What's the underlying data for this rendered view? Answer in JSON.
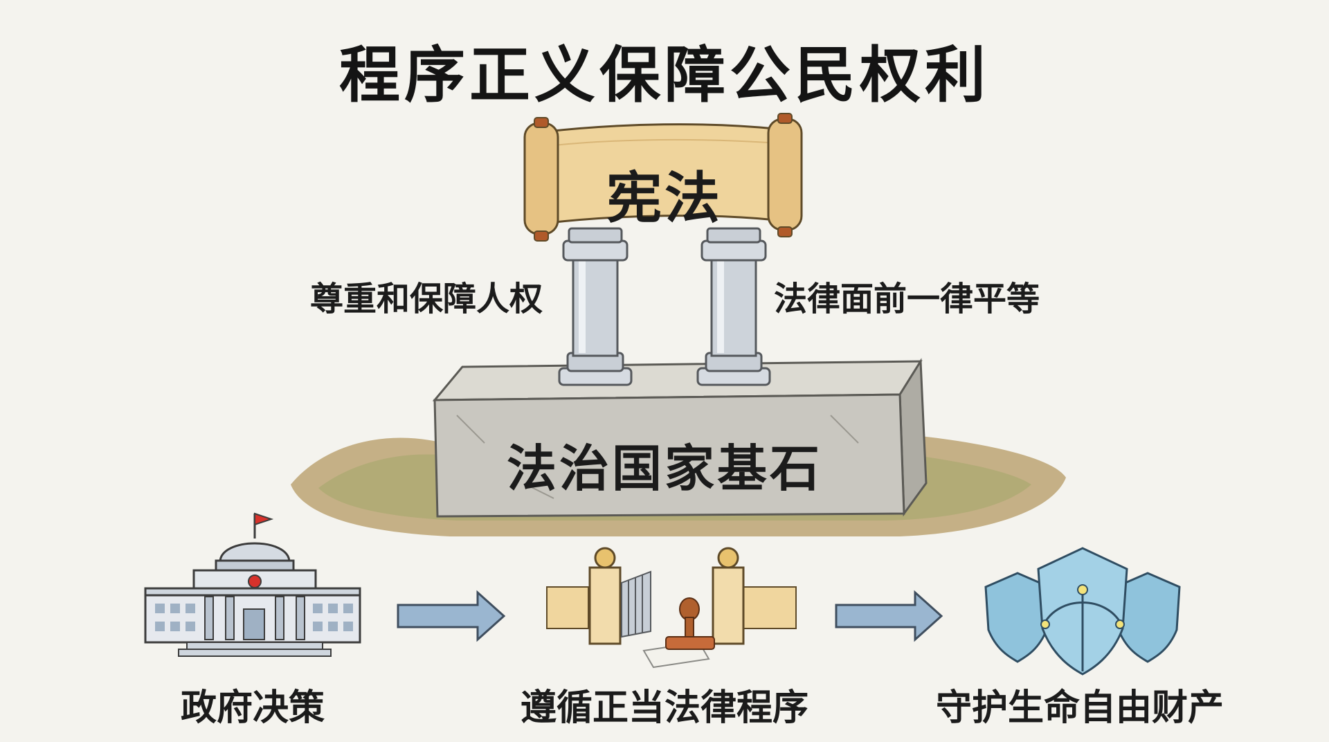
{
  "title": "程序正义保障公民权利",
  "scroll": {
    "text": "宪法"
  },
  "pillars": {
    "left_label": "尊重和保障人权",
    "right_label": "法律面前一律平等"
  },
  "foundation": {
    "text": "法治国家基石"
  },
  "flow": {
    "steps": [
      {
        "label": "政府决策",
        "icon": "government-building-icon"
      },
      {
        "label": "遵循正当法律程序",
        "icon": "gate-and-seal-icon"
      },
      {
        "label": "守护生命自由财产",
        "icon": "shields-icon"
      }
    ],
    "arrow_icon": "arrow-right-icon"
  },
  "colors": {
    "background": "#f4f3ee",
    "scroll": "#efd49c",
    "pillar": "#cdd3da",
    "stone": "#c9c7c0",
    "ground": "#a48a5a",
    "arrow": "#9ab6d0",
    "shield": "#8fc3dc",
    "flag": "#d8322b"
  }
}
